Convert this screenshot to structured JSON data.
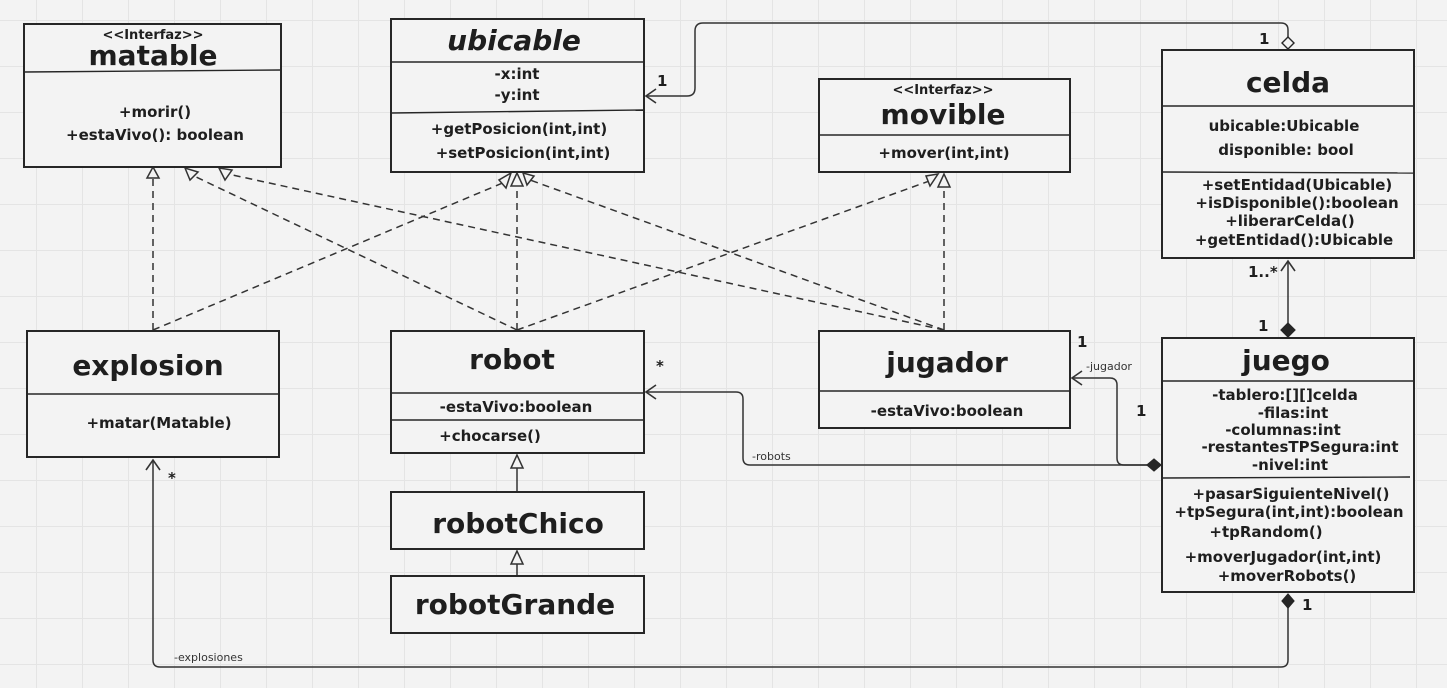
{
  "classes": {
    "matable": {
      "stereotype": "<<Interfaz>>",
      "name": "matable",
      "methods": [
        "+morir()",
        "+estaVivo(): boolean"
      ]
    },
    "ubicable": {
      "name": "ubicable",
      "attributes": [
        "-x:int",
        "-y:int"
      ],
      "methods": [
        "+getPosicion(int,int)",
        "+setPosicion(int,int)"
      ]
    },
    "movible": {
      "stereotype": "<<Interfaz>>",
      "name": "movible",
      "methods": [
        "+mover(int,int)"
      ]
    },
    "celda": {
      "name": "celda",
      "attributes": [
        "ubicable:Ubicable",
        "disponible: bool"
      ],
      "methods": [
        "+setEntidad(Ubicable)",
        "+isDisponible():boolean",
        "+liberarCelda()",
        "+getEntidad():Ubicable"
      ]
    },
    "explosion": {
      "name": "explosion",
      "methods": [
        "+matar(Matable)"
      ]
    },
    "robot": {
      "name": "robot",
      "attributes": [
        "-estaVivo:boolean"
      ],
      "methods": [
        "+chocarse()"
      ]
    },
    "jugador": {
      "name": "jugador",
      "attributes": [
        "-estaVivo:boolean"
      ]
    },
    "juego": {
      "name": "juego",
      "attributes": [
        "-tablero:[][]celda",
        "-filas:int",
        "-columnas:int",
        "-restantesTPSegura:int",
        "-nivel:int"
      ],
      "methods": [
        "+pasarSiguienteNivel()",
        "+tpSegura(int,int):boolean",
        "+tpRandom()",
        "+moverJugador(int,int)",
        "+moverRobots()"
      ]
    },
    "robotChico": {
      "name": "robotChico"
    },
    "robotGrande": {
      "name": "robotGrande"
    }
  },
  "labels": {
    "celda_ubicable_celda": "1",
    "celda_ubicable_ubicable": "1",
    "celda_juego_celda": "1..*",
    "celda_juego_juego": "1",
    "jugador_mult": "1",
    "jugador_role": "-jugador",
    "jugador_juego_mult": "1",
    "robots_mult": "*",
    "robots_role": "-robots",
    "explosiones_mult": "*",
    "explosiones_role": "-explosiones",
    "explosiones_juego_mult": "1"
  }
}
